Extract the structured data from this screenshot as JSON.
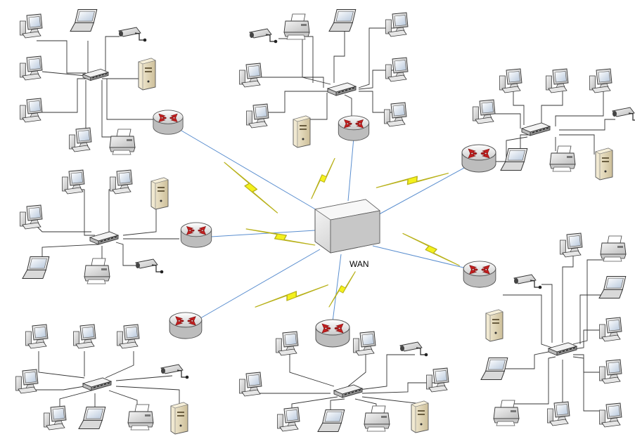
{
  "diagram": {
    "core_label": "WAN",
    "node_types": {
      "computer": "desktop-computer-icon",
      "laptop": "laptop-icon",
      "printer": "printer-icon",
      "camera": "security-camera-icon",
      "server": "server-tower-icon",
      "switch": "network-switch-icon",
      "router": "router-icon",
      "cloud": "wan-cloud-box-icon"
    },
    "link_types": {
      "wireless": "lightning-bolt-link",
      "wired": "ethernet-cable"
    },
    "colors": {
      "bolt_fill": "#f4f11c",
      "bolt_stroke": "#b9b21c",
      "router_body": "#e2e2e2",
      "router_arrows": "#c41e1e",
      "server_body": "#e8dfc7",
      "link_line": "#5a8ecf",
      "cable": "#333333"
    },
    "sites": [
      {
        "name": "site-top-left",
        "devices": [
          "computer",
          "laptop",
          "camera",
          "computer",
          "server",
          "computer",
          "computer",
          "printer"
        ]
      },
      {
        "name": "site-top-center",
        "devices": [
          "camera",
          "printer",
          "laptop",
          "computer",
          "computer",
          "computer",
          "server",
          "computer"
        ]
      },
      {
        "name": "site-right-upper",
        "devices": [
          "computer",
          "computer",
          "computer",
          "computer",
          "camera",
          "laptop",
          "printer",
          "server"
        ]
      },
      {
        "name": "site-left-middle",
        "devices": [
          "computer",
          "computer",
          "server",
          "computer",
          "laptop",
          "printer",
          "camera"
        ]
      },
      {
        "name": "site-right-lower",
        "devices": [
          "computer",
          "printer",
          "camera",
          "laptop",
          "server",
          "computer",
          "laptop",
          "computer",
          "computer",
          "printer",
          "computer"
        ]
      },
      {
        "name": "site-bottom-left",
        "devices": [
          "computer",
          "computer",
          "computer",
          "computer",
          "camera",
          "computer",
          "laptop",
          "printer",
          "server"
        ]
      },
      {
        "name": "site-bottom-center",
        "devices": [
          "computer",
          "computer",
          "camera",
          "computer",
          "computer",
          "computer",
          "laptop",
          "printer",
          "server"
        ]
      }
    ]
  }
}
